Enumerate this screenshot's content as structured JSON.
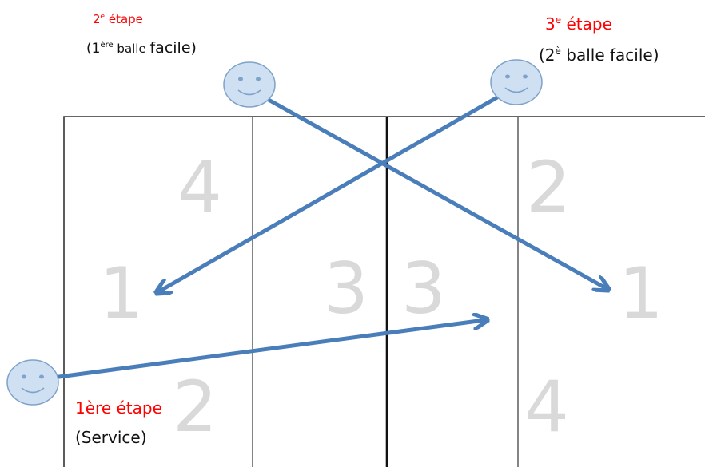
{
  "colors": {
    "court_line": "#333333",
    "net_line": "#111111",
    "zone_number": "#d9d9d9",
    "arrow": "#4a7ebb",
    "face_fill": "#cfe0f3",
    "face_stroke": "#7fa2c9",
    "step_red": "#ff0000",
    "text_dark": "#111111"
  },
  "steps": {
    "step1": {
      "red": "1ère étape",
      "dark": "(Service)"
    },
    "step2": {
      "red_num": "2",
      "red_sup": "e",
      "red_rest": " étape",
      "dark_open": "(1",
      "dark_sup": "ère",
      "dark_rest1": " balle ",
      "dark_rest2": "facile)"
    },
    "step3": {
      "red_num": "3",
      "red_sup": "e",
      "red_rest": " étape",
      "dark_open": "(2",
      "dark_sup": "è",
      "dark_rest": " balle facile)"
    }
  },
  "zones": {
    "left": {
      "top_left": "4",
      "middle_left": "1",
      "middle_right": "3",
      "bottom_left": "2"
    },
    "right": {
      "top_right": "2",
      "middle_left": "3",
      "middle_right": "1",
      "bottom_right": "4"
    }
  },
  "icons": [
    "smiley-face-icon",
    "arrow-icon"
  ]
}
